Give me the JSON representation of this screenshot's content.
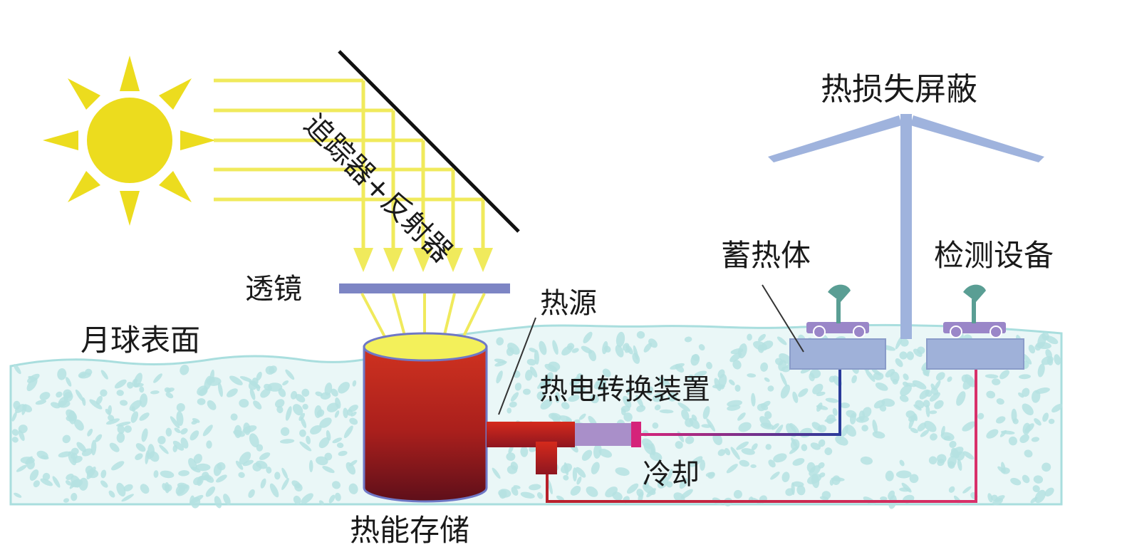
{
  "labels": {
    "tracker_reflector": "追踪器+反射器",
    "heat_shield": "热损失屏蔽",
    "lens": "透镜",
    "heat_source": "热源",
    "lunar_surface": "月球表面",
    "heat_storage_body": "蓄热体",
    "detection_equipment": "检测设备",
    "thermoelectric_converter": "热电转换装置",
    "cooling": "冷却",
    "thermal_storage": "热能存储"
  },
  "colors": {
    "sun": "#ecdc1e",
    "light_rays": "#f0ea5c",
    "lens": "#7d85c4",
    "regolith_fill": "#eaf7f7",
    "regolith_pebbles": "#b5e2e2",
    "regolith_outline": "#a9dede",
    "storage_tank": "#a91f1c",
    "tank_top": "#f3f05a",
    "tank_outline": "#6f78c6",
    "converter": "#a98fc9",
    "shield": "#9fb3dd",
    "module_box": "#9fb1d9",
    "dish": "#5a9e94",
    "cart": "#9a86c8",
    "wire_blue": "#2b3d9a",
    "wire_red": "#cc2240",
    "reflector_line": "#111111"
  }
}
